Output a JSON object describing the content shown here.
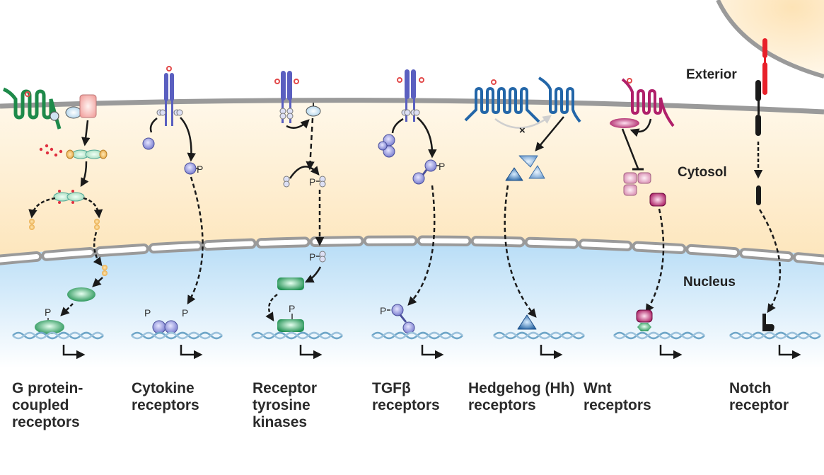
{
  "figure": {
    "regions": {
      "exterior": "Exterior",
      "cytosol": "Cytosol",
      "nucleus": "Nucleus"
    },
    "phospho_label": "P",
    "colors": {
      "membrane": "#9a9a9a",
      "cytosol": "#fdebc8",
      "nucleus": "#bfe0f6",
      "gpcr": "#1e8a4a",
      "cytokine": "#5a5fc0",
      "hedgehog": "#2366a8",
      "wnt": "#b0206a",
      "notch_ligand": "#e8202a",
      "notch": "#1a1a1a",
      "ligand": "#e24a4a"
    },
    "pathways": [
      {
        "id": "gpcr",
        "label_lines": [
          "G protein-",
          "coupled",
          "receptors"
        ]
      },
      {
        "id": "cytokine",
        "label_lines": [
          "Cytokine",
          "receptors"
        ]
      },
      {
        "id": "rtk",
        "label_lines": [
          "Receptor",
          "tyrosine",
          "kinases"
        ]
      },
      {
        "id": "tgfb",
        "label_lines": [
          "TGFβ",
          "receptors"
        ]
      },
      {
        "id": "hedgehog",
        "label_lines": [
          "Hedgehog (Hh)",
          "receptors"
        ]
      },
      {
        "id": "wnt",
        "label_lines": [
          "Wnt",
          "receptors"
        ]
      },
      {
        "id": "notch",
        "label_lines": [
          "Notch",
          "receptor"
        ]
      }
    ]
  }
}
